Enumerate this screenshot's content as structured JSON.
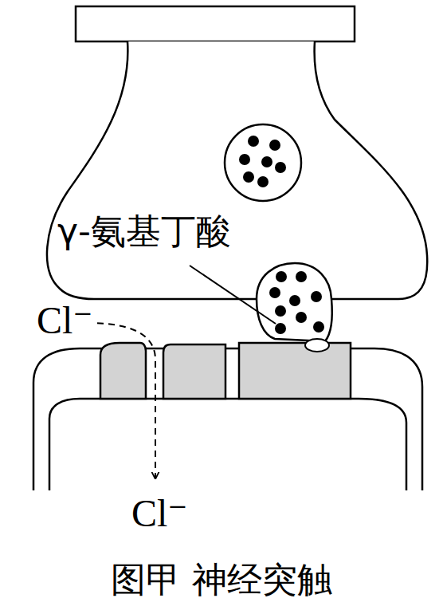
{
  "diagram": {
    "caption": "图甲 神经突触",
    "labels": [
      "γ-氨基丁酸",
      "Cl⁻",
      "Cl⁻"
    ]
  }
}
